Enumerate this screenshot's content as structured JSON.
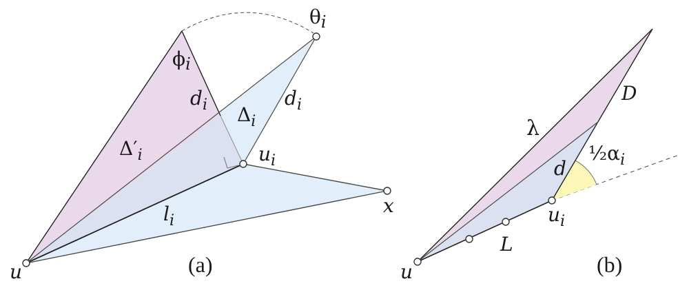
{
  "colors": {
    "pink_fill": "#e9d9ea",
    "blue_fill": "#e2effa",
    "overlap_fill": "#dbe1f0",
    "yellow_fill": "#fdf6b9",
    "stroke": "#4a4a4a",
    "dark_stroke": "#222222",
    "light_stroke": "#9a9a9a"
  },
  "panel_a": {
    "caption": "(a)",
    "labels": {
      "u": "u",
      "theta": "θ",
      "theta_sub": "i",
      "phi": "ϕ",
      "phi_sub": "i",
      "d_left": "d",
      "d_left_sub": "i",
      "d_right": "d",
      "d_right_sub": "i",
      "delta": "Δ",
      "delta_sub": "i",
      "delta_prime": "Δ′",
      "delta_prime_sub": "i",
      "u_i": "u",
      "u_i_sub": "i",
      "l": "l",
      "l_sub": "i",
      "x": "x"
    }
  },
  "panel_b": {
    "caption": "(b)",
    "labels": {
      "u": "u",
      "lambda": "λ",
      "D": "D",
      "d": "d",
      "half": "½",
      "alpha": "α",
      "alpha_sub": "i",
      "u_i": "u",
      "u_i_sub": "i",
      "L": "L"
    }
  }
}
